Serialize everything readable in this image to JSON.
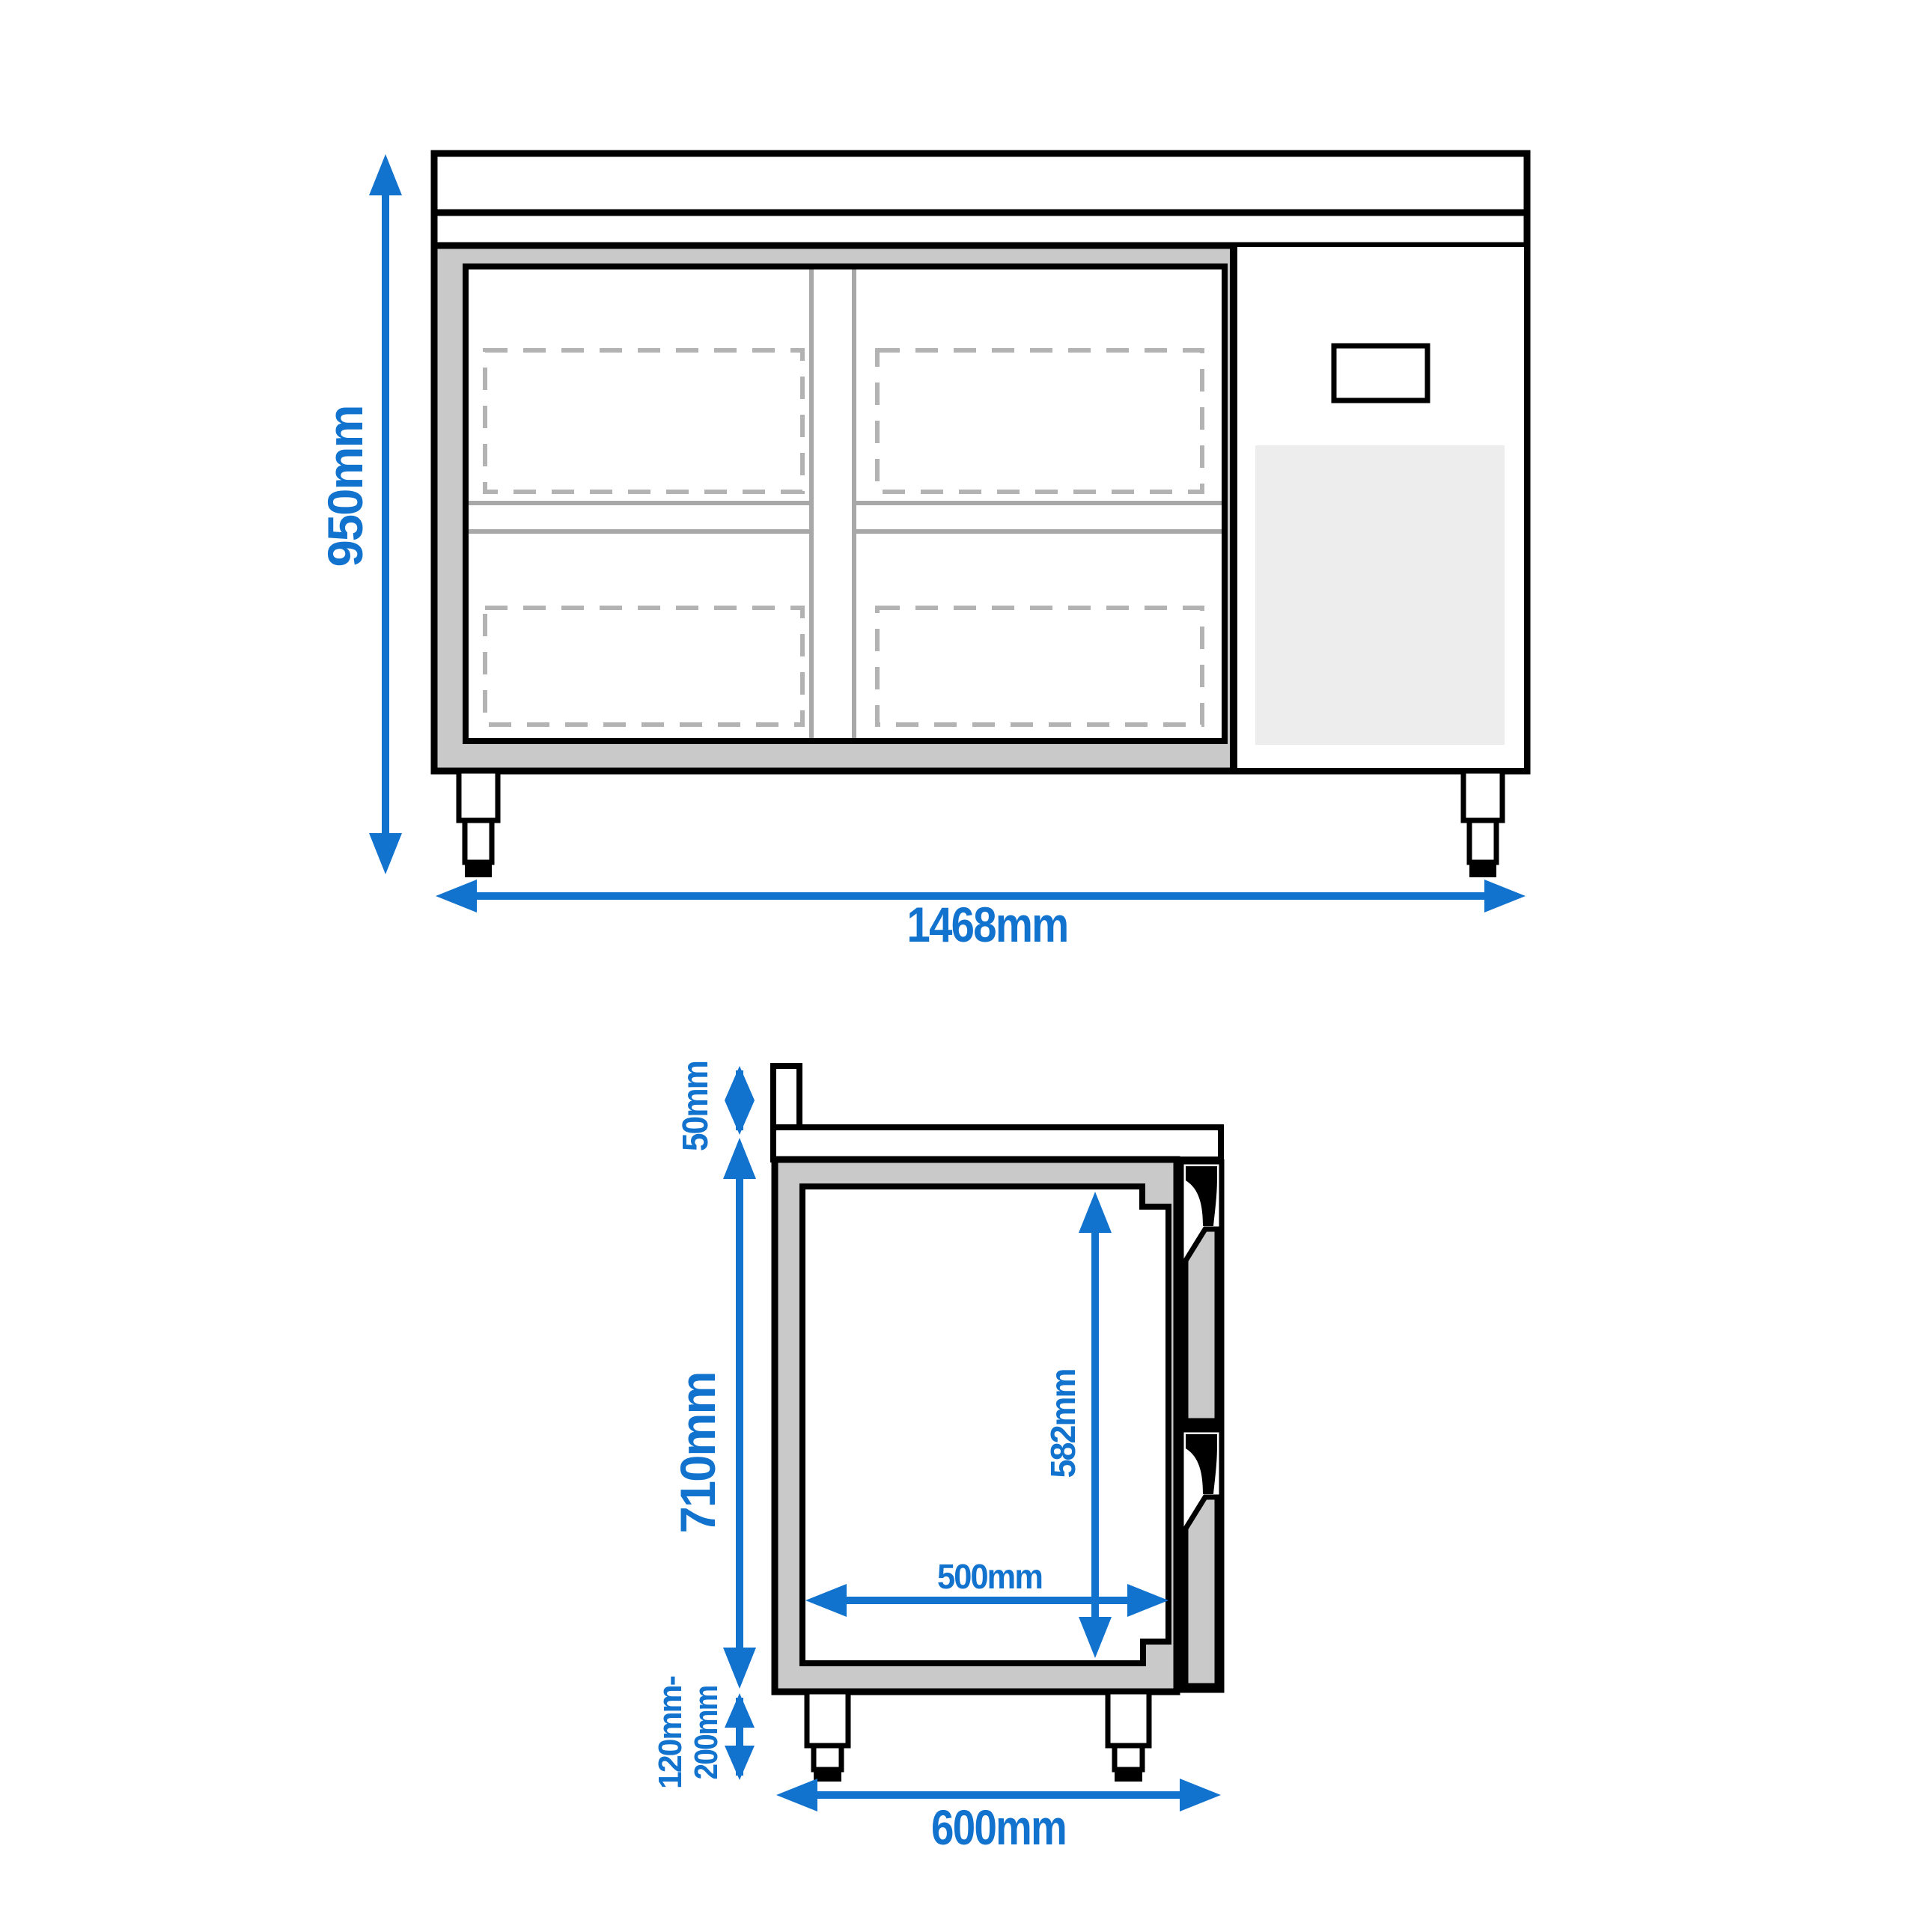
{
  "colors": {
    "accent": "#1273cf",
    "outline": "#000000",
    "body-gray": "#c9c9c9",
    "line-gray": "#a8a8a8",
    "dash-gray": "#b3b3b3",
    "panel-gray": "#ededed",
    "background": "#ffffff"
  },
  "front_view": {
    "dimensions": {
      "height": "950mm",
      "width": "1468mm"
    }
  },
  "side_view": {
    "dimensions": {
      "worktop_thickness": "50mm",
      "body_height": "710mm",
      "inner_height": "582mm",
      "inner_depth": "500mm",
      "leg_height_line1": "120mm-",
      "leg_height_line2": "200mm",
      "total_depth": "600mm"
    }
  }
}
